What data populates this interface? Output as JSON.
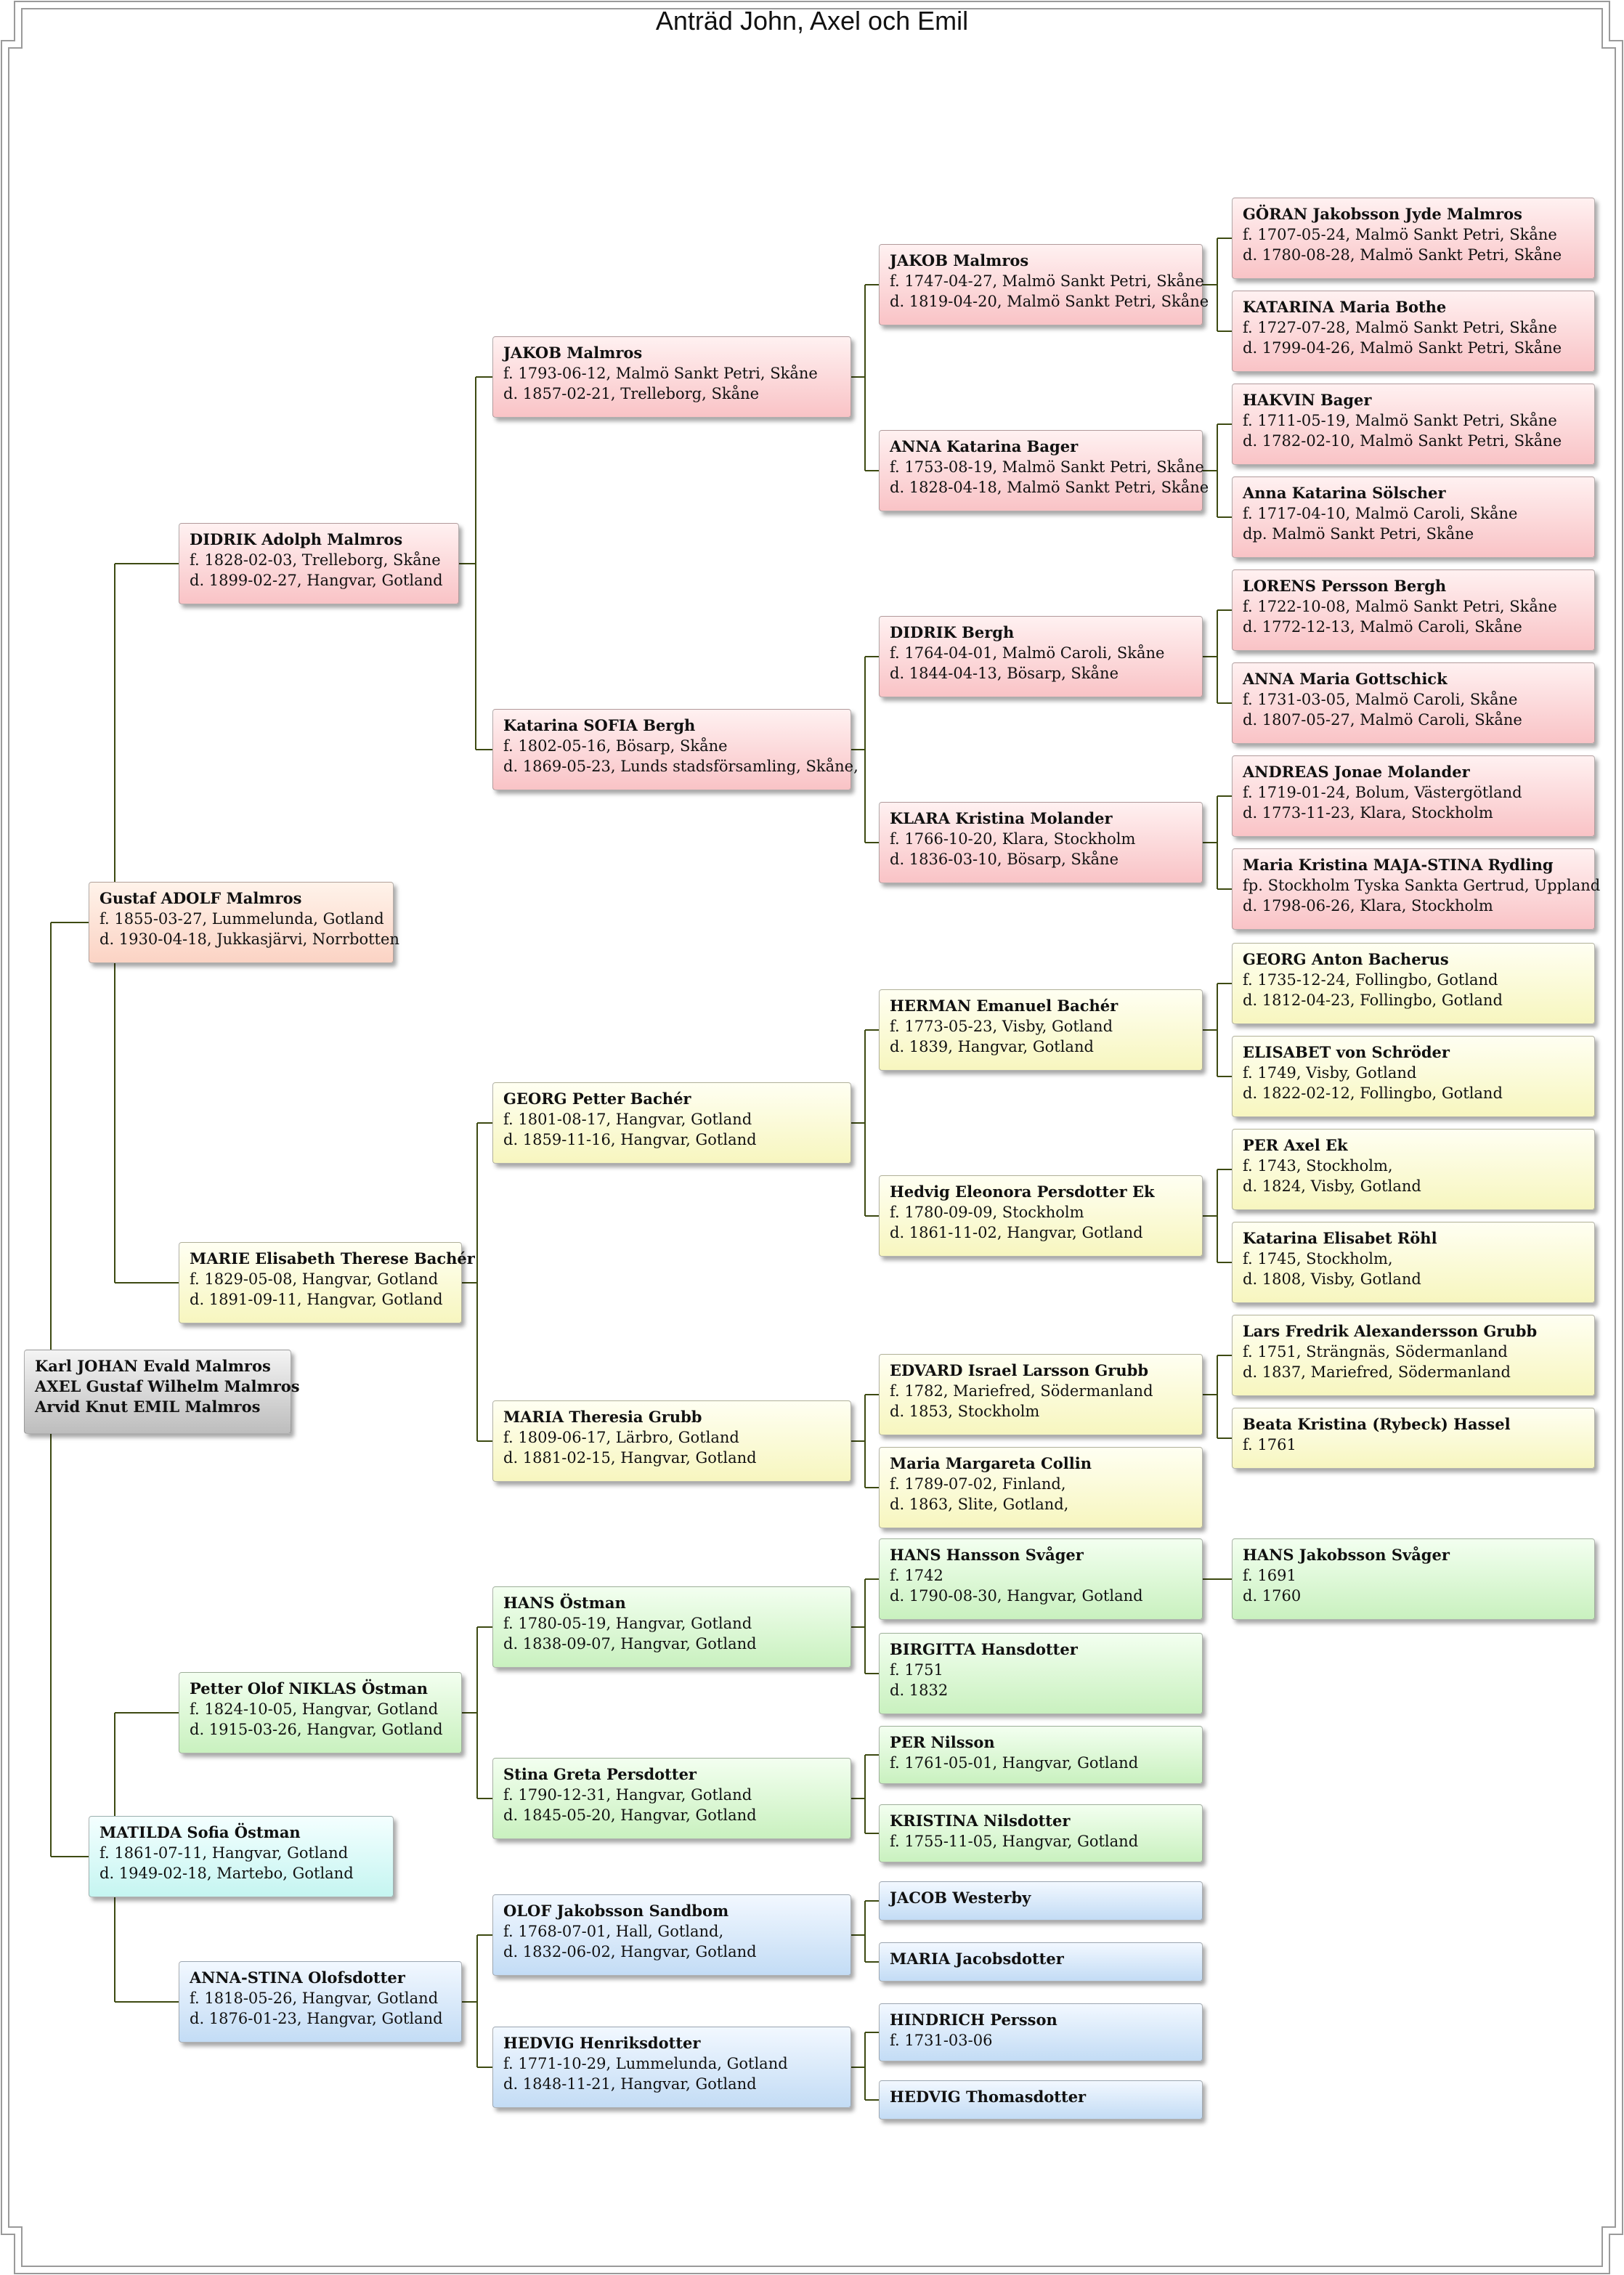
{
  "title": "Anträd John, Axel och Emil",
  "colors": {
    "line": "#3d4a12",
    "frame": "#999999",
    "root": "#d6d6d6",
    "adolf": "#fde0d3",
    "malmros_side": "#fbd3d5",
    "bacher_side": "#fbfad2",
    "ostman_side": "#daf6d2",
    "matilda": "#d5faf6",
    "olofsdotter_side": "#d6e7fa"
  },
  "persons": [
    {
      "id": "p1",
      "color": "root",
      "lines": [
        "Karl JOHAN Evald Malmros",
        "AXEL Gustaf Wilhelm Malmros",
        "Arvid Knut EMIL Malmros"
      ]
    },
    {
      "id": "p2",
      "color": "adolf",
      "name": "Gustaf ADOLF Malmros",
      "lines": [
        "f. 1855-03-27, Lummelunda, Gotland",
        "d. 1930-04-18, Jukkasjärvi, Norrbotten"
      ]
    },
    {
      "id": "p3",
      "color": "cyan",
      "name": "MATILDA Sofia Östman",
      "lines": [
        "f. 1861-07-11, Hangvar, Gotland",
        "d. 1949-02-18, Martebo, Gotland"
      ]
    },
    {
      "id": "p4",
      "color": "red",
      "name": "DIDRIK Adolph Malmros",
      "lines": [
        "f. 1828-02-03, Trelleborg, Skåne",
        "d. 1899-02-27, Hangvar, Gotland"
      ]
    },
    {
      "id": "p5",
      "color": "yel",
      "name": "MARIE Elisabeth Therese Bachér",
      "lines": [
        "f. 1829-05-08, Hangvar, Gotland",
        "d. 1891-09-11, Hangvar, Gotland"
      ]
    },
    {
      "id": "p6",
      "color": "grn",
      "name": "Petter Olof NIKLAS Östman",
      "lines": [
        "f. 1824-10-05, Hangvar, Gotland",
        "d. 1915-03-26, Hangvar, Gotland"
      ]
    },
    {
      "id": "p7",
      "color": "blue",
      "name": "ANNA-STINA Olofsdotter",
      "lines": [
        "f. 1818-05-26, Hangvar, Gotland",
        "d. 1876-01-23, Hangvar, Gotland"
      ]
    },
    {
      "id": "p8",
      "color": "red",
      "name": "JAKOB Malmros",
      "lines": [
        "f. 1793-06-12, Malmö Sankt Petri, Skåne",
        "d. 1857-02-21, Trelleborg, Skåne"
      ]
    },
    {
      "id": "p9",
      "color": "red",
      "name": "Katarina SOFIA Bergh",
      "lines": [
        "f. 1802-05-16, Bösarp, Skåne",
        "d. 1869-05-23, Lunds stadsförsamling, Skåne,"
      ]
    },
    {
      "id": "p10",
      "color": "yel",
      "name": "GEORG Petter Bachér",
      "lines": [
        "f. 1801-08-17, Hangvar, Gotland",
        "d. 1859-11-16, Hangvar, Gotland"
      ]
    },
    {
      "id": "p11",
      "color": "yel",
      "name": "MARIA Theresia Grubb",
      "lines": [
        "f. 1809-06-17, Lärbro, Gotland",
        "d. 1881-02-15, Hangvar, Gotland"
      ]
    },
    {
      "id": "p12",
      "color": "grn",
      "name": "HANS Östman",
      "lines": [
        "f. 1780-05-19, Hangvar, Gotland",
        "d. 1838-09-07, Hangvar, Gotland"
      ]
    },
    {
      "id": "p13",
      "color": "grn",
      "name": "Stina Greta Persdotter",
      "lines": [
        "f. 1790-12-31, Hangvar, Gotland",
        "d. 1845-05-20, Hangvar, Gotland"
      ]
    },
    {
      "id": "p14",
      "color": "blue",
      "name": "OLOF Jakobsson Sandbom",
      "lines": [
        "f. 1768-07-01, Hall, Gotland,",
        "d. 1832-06-02, Hangvar, Gotland"
      ]
    },
    {
      "id": "p15",
      "color": "blue",
      "name": "HEDVIG Henriksdotter",
      "lines": [
        "f. 1771-10-29, Lummelunda, Gotland",
        "d. 1848-11-21, Hangvar, Gotland"
      ]
    },
    {
      "id": "p16",
      "color": "red",
      "name": "JAKOB Malmros",
      "lines": [
        "f. 1747-04-27, Malmö Sankt Petri, Skåne",
        "d. 1819-04-20, Malmö Sankt Petri, Skåne"
      ]
    },
    {
      "id": "p17",
      "color": "red",
      "name": "ANNA Katarina Bager",
      "lines": [
        "f. 1753-08-19, Malmö Sankt Petri, Skåne",
        "d. 1828-04-18, Malmö Sankt Petri, Skåne"
      ]
    },
    {
      "id": "p18",
      "color": "red",
      "name": "DIDRIK Bergh",
      "lines": [
        "f. 1764-04-01, Malmö Caroli, Skåne",
        "d. 1844-04-13, Bösarp, Skåne"
      ]
    },
    {
      "id": "p19",
      "color": "red",
      "name": "KLARA Kristina Molander",
      "lines": [
        "f. 1766-10-20, Klara, Stockholm",
        "d. 1836-03-10, Bösarp, Skåne"
      ]
    },
    {
      "id": "p20",
      "color": "yel",
      "name": "HERMAN Emanuel Bachér",
      "lines": [
        "f. 1773-05-23, Visby, Gotland",
        "d. 1839, Hangvar, Gotland"
      ]
    },
    {
      "id": "p21",
      "color": "yel",
      "name": "Hedvig Eleonora Persdotter Ek",
      "lines": [
        "f. 1780-09-09, Stockholm",
        "d. 1861-11-02, Hangvar, Gotland"
      ]
    },
    {
      "id": "p22",
      "color": "yel",
      "name": "EDVARD Israel Larsson Grubb",
      "lines": [
        "f. 1782, Mariefred, Södermanland",
        "d. 1853, Stockholm"
      ]
    },
    {
      "id": "p23",
      "color": "yel",
      "name": "Maria Margareta Collin",
      "lines": [
        "f. 1789-07-02, Finland,",
        "d. 1863, Slite, Gotland,"
      ]
    },
    {
      "id": "p24",
      "color": "grn",
      "name": "HANS Hansson Svåger",
      "lines": [
        "f. 1742",
        "d. 1790-08-30, Hangvar, Gotland"
      ]
    },
    {
      "id": "p25",
      "color": "grn",
      "name": "BIRGITTA Hansdotter",
      "lines": [
        "f. 1751",
        "d. 1832"
      ]
    },
    {
      "id": "p26",
      "color": "grn",
      "name": "PER Nilsson",
      "lines": [
        "f. 1761-05-01, Hangvar, Gotland"
      ]
    },
    {
      "id": "p27",
      "color": "grn",
      "name": "KRISTINA Nilsdotter",
      "lines": [
        "f. 1755-11-05, Hangvar, Gotland"
      ]
    },
    {
      "id": "p28",
      "color": "blue",
      "name": "JACOB Westerby",
      "lines": []
    },
    {
      "id": "p29",
      "color": "blue",
      "name": "MARIA Jacobsdotter",
      "lines": []
    },
    {
      "id": "p30",
      "color": "blue",
      "name": "HINDRICH Persson",
      "lines": [
        "f. 1731-03-06"
      ]
    },
    {
      "id": "p31",
      "color": "blue",
      "name": "HEDVIG Thomasdotter",
      "lines": []
    },
    {
      "id": "p32",
      "color": "red",
      "name": "GÖRAN Jakobsson Jyde Malmros",
      "lines": [
        "f. 1707-05-24, Malmö Sankt Petri, Skåne",
        "d. 1780-08-28, Malmö Sankt Petri, Skåne"
      ]
    },
    {
      "id": "p33",
      "color": "red",
      "name": "KATARINA Maria Bothe",
      "lines": [
        "f. 1727-07-28, Malmö Sankt Petri, Skåne",
        "d. 1799-04-26, Malmö Sankt Petri, Skåne"
      ]
    },
    {
      "id": "p34",
      "color": "red",
      "name": "HAKVIN Bager",
      "lines": [
        "f. 1711-05-19, Malmö Sankt Petri, Skåne",
        "d. 1782-02-10, Malmö Sankt Petri, Skåne"
      ]
    },
    {
      "id": "p35",
      "color": "red",
      "name": "Anna Katarina Sölscher",
      "lines": [
        "f. 1717-04-10, Malmö Caroli, Skåne",
        "dp. Malmö Sankt Petri, Skåne"
      ]
    },
    {
      "id": "p36",
      "color": "red",
      "name": "LORENS Persson Bergh",
      "lines": [
        "f. 1722-10-08, Malmö Sankt Petri, Skåne",
        "d. 1772-12-13, Malmö Caroli, Skåne"
      ]
    },
    {
      "id": "p37",
      "color": "red",
      "name": "ANNA Maria Gottschick",
      "lines": [
        "f. 1731-03-05, Malmö Caroli, Skåne",
        "d. 1807-05-27, Malmö Caroli, Skåne"
      ]
    },
    {
      "id": "p38",
      "color": "red",
      "name": "ANDREAS Jonae Molander",
      "lines": [
        "f. 1719-01-24, Bolum, Västergötland",
        "d. 1773-11-23, Klara, Stockholm"
      ]
    },
    {
      "id": "p39",
      "color": "red",
      "name": "Maria Kristina MAJA-STINA Rydling",
      "lines": [
        "fp. Stockholm Tyska Sankta Gertrud, Uppland",
        "d. 1798-06-26, Klara, Stockholm"
      ]
    },
    {
      "id": "p40",
      "color": "yel",
      "name": "GEORG Anton Bacherus",
      "lines": [
        "f. 1735-12-24, Follingbo, Gotland",
        "d. 1812-04-23, Follingbo, Gotland"
      ]
    },
    {
      "id": "p41",
      "color": "yel",
      "name": "ELISABET von Schröder",
      "lines": [
        "f. 1749, Visby, Gotland",
        "d. 1822-02-12, Follingbo, Gotland"
      ]
    },
    {
      "id": "p42",
      "color": "yel",
      "name": "PER Axel Ek",
      "lines": [
        "f. 1743, Stockholm,",
        "d. 1824, Visby, Gotland"
      ]
    },
    {
      "id": "p43",
      "color": "yel",
      "name": "Katarina Elisabet Röhl",
      "lines": [
        "f. 1745, Stockholm,",
        "d. 1808, Visby, Gotland"
      ]
    },
    {
      "id": "p44",
      "color": "yel",
      "name": "Lars Fredrik Alexandersson Grubb",
      "lines": [
        "f. 1751, Strängnäs, Södermanland",
        "d. 1837, Mariefred, Södermanland"
      ]
    },
    {
      "id": "p45",
      "color": "yel",
      "name": "Beata Kristina (Rybeck) Hassel",
      "lines": [
        "f. 1761"
      ]
    },
    {
      "id": "p46",
      "color": "grn",
      "name": "HANS Jakobsson Svåger",
      "lines": [
        "f. 1691",
        "d. 1760"
      ]
    }
  ],
  "links": [
    {
      "child": "p1",
      "parents": [
        "p2",
        "p3"
      ]
    },
    {
      "child": "p2",
      "parents": [
        "p4",
        "p5"
      ]
    },
    {
      "child": "p3",
      "parents": [
        "p6",
        "p7"
      ]
    },
    {
      "child": "p4",
      "parents": [
        "p8",
        "p9"
      ]
    },
    {
      "child": "p5",
      "parents": [
        "p10",
        "p11"
      ]
    },
    {
      "child": "p6",
      "parents": [
        "p12",
        "p13"
      ]
    },
    {
      "child": "p7",
      "parents": [
        "p14",
        "p15"
      ]
    },
    {
      "child": "p8",
      "parents": [
        "p16",
        "p17"
      ]
    },
    {
      "child": "p9",
      "parents": [
        "p18",
        "p19"
      ]
    },
    {
      "child": "p10",
      "parents": [
        "p20",
        "p21"
      ]
    },
    {
      "child": "p11",
      "parents": [
        "p22",
        "p23"
      ]
    },
    {
      "child": "p12",
      "parents": [
        "p24",
        "p25"
      ]
    },
    {
      "child": "p13",
      "parents": [
        "p26",
        "p27"
      ]
    },
    {
      "child": "p14",
      "parents": [
        "p28",
        "p29"
      ]
    },
    {
      "child": "p15",
      "parents": [
        "p30",
        "p31"
      ]
    },
    {
      "child": "p16",
      "parents": [
        "p32",
        "p33"
      ]
    },
    {
      "child": "p17",
      "parents": [
        "p34",
        "p35"
      ]
    },
    {
      "child": "p18",
      "parents": [
        "p36",
        "p37"
      ]
    },
    {
      "child": "p19",
      "parents": [
        "p38",
        "p39"
      ]
    },
    {
      "child": "p20",
      "parents": [
        "p40",
        "p41"
      ]
    },
    {
      "child": "p21",
      "parents": [
        "p42",
        "p43"
      ]
    },
    {
      "child": "p22",
      "parents": [
        "p44",
        "p45"
      ]
    },
    {
      "child": "p24",
      "parents": [
        "p46"
      ]
    }
  ]
}
